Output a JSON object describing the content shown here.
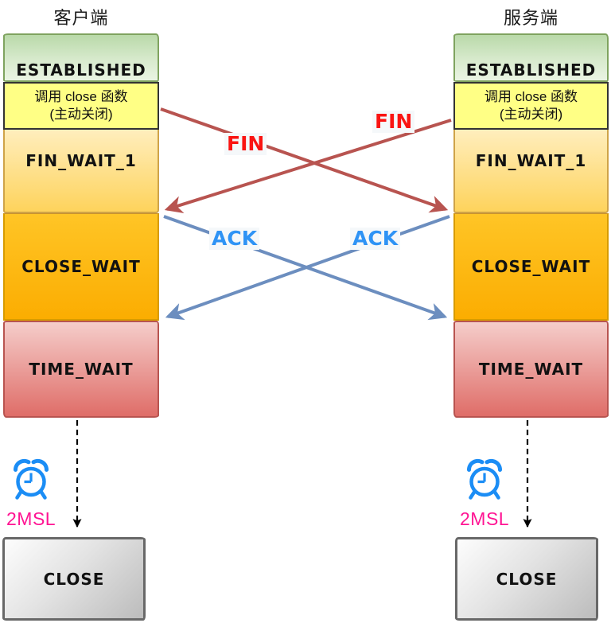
{
  "columns": [
    {
      "id": "client",
      "title": "客户端",
      "established": "ESTABLISHED",
      "close_call": {
        "line1": "调用 close 函数",
        "line2": "(主动关闭)"
      },
      "fin_wait_1": "FIN_WAIT_1",
      "close_wait": "CLOSE_WAIT",
      "time_wait": "TIME_WAIT",
      "timer": "2MSL",
      "close": "CLOSE"
    },
    {
      "id": "server",
      "title": "服务端",
      "established": "ESTABLISHED",
      "close_call": {
        "line1": "调用 close 函数",
        "line2": "(主动关闭)"
      },
      "fin_wait_1": "FIN_WAIT_1",
      "close_wait": "CLOSE_WAIT",
      "time_wait": "TIME_WAIT",
      "timer": "2MSL",
      "close": "CLOSE"
    }
  ],
  "messages": {
    "fin_from_client": "FIN",
    "fin_from_server": "FIN",
    "ack_from_client": "ACK",
    "ack_from_server": "ACK"
  },
  "icons": {
    "alarm_clock": "alarm-clock-icon"
  },
  "colors": {
    "fin_label": "#fa1412",
    "fin_arrow": "#b85450",
    "ack_label": "#2e93f5",
    "ack_arrow": "#6c8ebf",
    "timer_label": "#ff1493",
    "alarm_clock": "#1b8df5",
    "established_fill": "#b9d9a9",
    "established_border": "#7fa35f",
    "close_call_fill": "#ffff85",
    "fin_wait_fill": "#fed35c",
    "close_wait_fill": "#fbad01",
    "close_wait_border": "#d79b00",
    "time_wait_fill": "#df6d68",
    "time_wait_border": "#b85450",
    "close_fill": "#bcbcbc",
    "close_border": "#686868"
  }
}
